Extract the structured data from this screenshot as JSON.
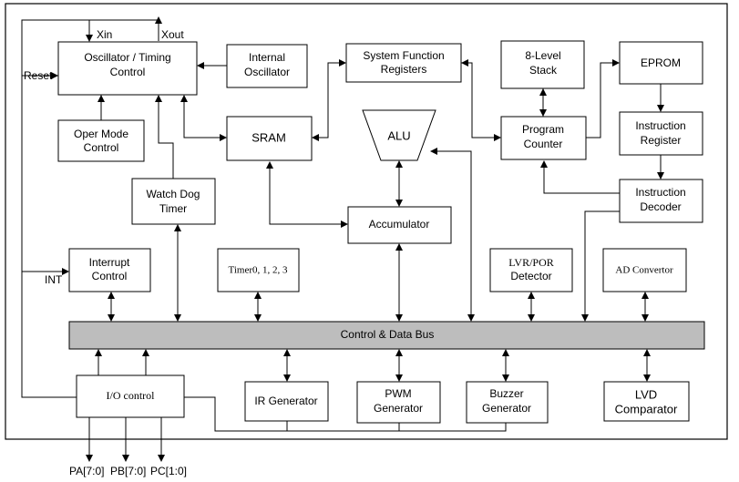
{
  "blocks": {
    "osc": [
      "Oscillator / Timing",
      "Control"
    ],
    "intosc": [
      "Internal",
      "Oscillator"
    ],
    "sfr": [
      "System Function",
      "Registers"
    ],
    "stack": [
      "8-Level",
      "Stack"
    ],
    "eprom": [
      "EPROM"
    ],
    "opmode": [
      "Oper  Mode",
      "Control"
    ],
    "sram": [
      "SRAM"
    ],
    "alu": [
      "ALU"
    ],
    "pc": [
      "Program",
      "Counter"
    ],
    "ireg": [
      "Instruction",
      "Register"
    ],
    "wdt": [
      "Watch Dog",
      "Timer"
    ],
    "idec": [
      "Instruction",
      "Decoder"
    ],
    "acc": [
      "Accumulator"
    ],
    "irq": [
      "Interrupt",
      "Control"
    ],
    "timer": [
      "Timer0, 1, 2, 3"
    ],
    "lvr": [
      "LVR/POR",
      "Detector"
    ],
    "adc": [
      "AD Convertor"
    ],
    "bus": [
      "Control  & Data Bus"
    ],
    "io": [
      "I/O control"
    ],
    "ir": [
      "IR Generator"
    ],
    "pwm": [
      "PWM",
      "Generator"
    ],
    "buzzer": [
      "Buzzer",
      "Generator"
    ],
    "lvd": [
      "LVD",
      "Comparator"
    ]
  },
  "pins": {
    "xin": "Xin",
    "xout": "Xout",
    "reset": "Reset",
    "int": "INT",
    "pa": "PA[7:0]",
    "pb": "PB[7:0]",
    "pc": "PC[1:0]"
  }
}
